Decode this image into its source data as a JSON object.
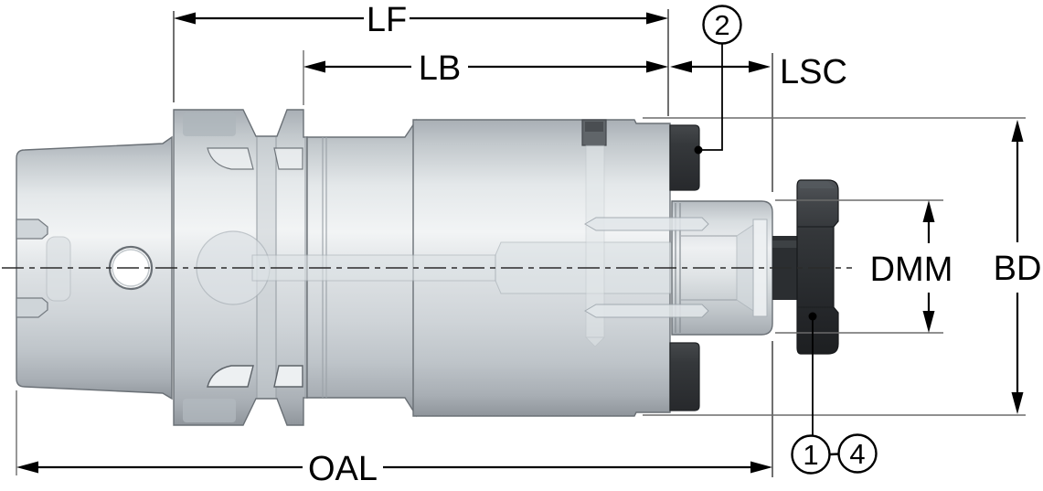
{
  "drawing": {
    "dimension_labels": {
      "lf": "LF",
      "lb": "LB",
      "lsc": "LSC",
      "oal": "OAL",
      "dmm": "DMM",
      "bd": "BD"
    },
    "callouts": {
      "two": "2",
      "one": "1",
      "four": "4"
    },
    "colors": {
      "background": "#ffffff",
      "dimension_line": "#000000",
      "extension_line": "#6b6b6b",
      "metal_light": "#f2f4f5",
      "metal_dark": "#9aa0a6",
      "key_black": "#34373b",
      "knob_dark": "#2b2e31"
    }
  }
}
